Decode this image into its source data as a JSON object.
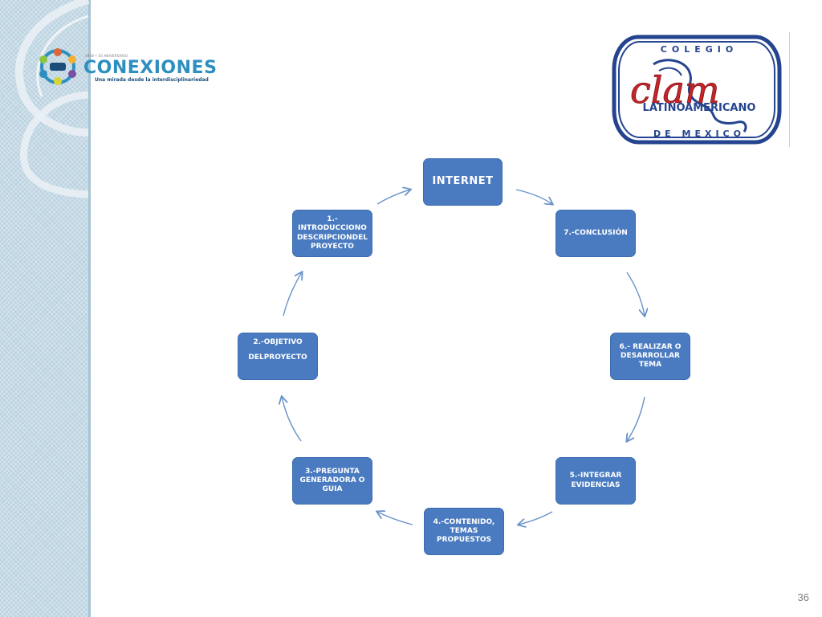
{
  "logos": {
    "conexiones": {
      "small_text": "1958 • 50 ANIVERSARIO",
      "wordmark": "CONEXIONES",
      "tagline": "Una mirada desde la interdisciplinariedad"
    },
    "clam": {
      "top_text": "COLEGIO",
      "middle_text": "LATINOAMERICANO",
      "bottom_text": "DE MEXICO",
      "script_text": "clam"
    }
  },
  "diagram": {
    "nodes": [
      {
        "id": "internet",
        "label": "INTERNET"
      },
      {
        "id": "conclusion",
        "label": "7.-CONCLUSIÓN"
      },
      {
        "id": "realizar",
        "label": "6.- REALIZAR O DESARROLLAR TEMA"
      },
      {
        "id": "integrar",
        "label": "5.-INTEGRAR EVIDENCIAS"
      },
      {
        "id": "contenido",
        "label": "4.-CONTENIDO, TEMAS PROPUESTOS"
      },
      {
        "id": "pregunta",
        "label": "3.-PREGUNTA GENERADORA O GUIA"
      },
      {
        "id": "objetivo",
        "label_line1": "2.-OBJETIVO",
        "label_line2": "DELPROYECTO"
      },
      {
        "id": "introduccion",
        "label": "1.- INTRODUCCIONO DESCRIPCIONDEL PROYECTO"
      }
    ],
    "flow": "clockwise",
    "node_color": "#4a7bc0",
    "arrow_color": "#6b93c9"
  },
  "page_number": "36"
}
